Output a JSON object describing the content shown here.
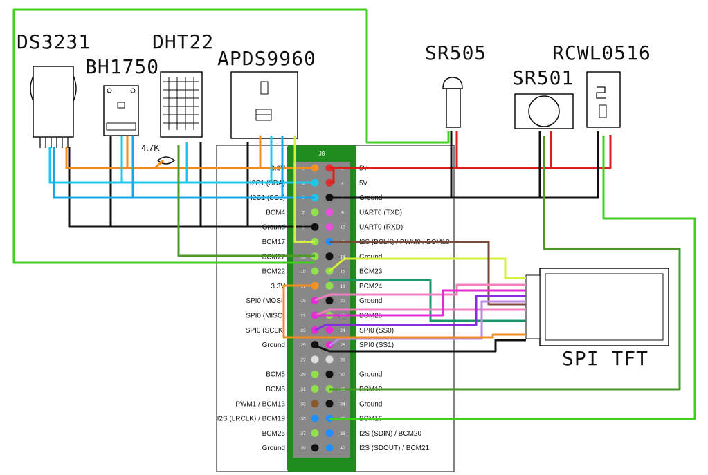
{
  "devices": {
    "ds3231": "DS3231",
    "bh1750": "BH1750",
    "dht22": "DHT22",
    "apds9960": "APDS9960",
    "sr505": "SR505",
    "sr501": "SR501",
    "rcwl0516": "RCWL0516",
    "spi_tft": "SPI TFT"
  },
  "resistor": "4.7K",
  "header": {
    "title": "J8",
    "left": [
      {
        "num": "1",
        "label": "3.3V",
        "color": "#f29322"
      },
      {
        "num": "3",
        "label": "I2C1 (SDA)",
        "color": "#1fc6e6"
      },
      {
        "num": "5",
        "label": "I2C1 (SCL)",
        "color": "#1fc6e6"
      },
      {
        "num": "7",
        "label": "BCM4",
        "color": "#8fe04a"
      },
      {
        "num": "9",
        "label": "Ground",
        "color": "#111111"
      },
      {
        "num": "11",
        "label": "BCM17",
        "color": "#8fe04a"
      },
      {
        "num": "13",
        "label": "BCM27",
        "color": "#8fe04a"
      },
      {
        "num": "15",
        "label": "BCM22",
        "color": "#8fe04a"
      },
      {
        "num": "17",
        "label": "3.3V",
        "color": "#f29322"
      },
      {
        "num": "19",
        "label": "SPI0 (MOSI)",
        "color": "#e52bd6"
      },
      {
        "num": "21",
        "label": "SPI0 (MISO)",
        "color": "#e52bd6"
      },
      {
        "num": "23",
        "label": "SPI0 (SCLK)",
        "color": "#e52bd6"
      },
      {
        "num": "25",
        "label": "Ground",
        "color": "#111111"
      },
      {
        "num": "27",
        "label": "",
        "color": "#dddddd"
      },
      {
        "num": "29",
        "label": "BCM5",
        "color": "#8fe04a"
      },
      {
        "num": "31",
        "label": "BCM6",
        "color": "#8fe04a"
      },
      {
        "num": "33",
        "label": "PWM1 / BCM13",
        "color": "#8b5a2b"
      },
      {
        "num": "35",
        "label": "I2S (LRCLK) / BCM19",
        "color": "#1e90ff"
      },
      {
        "num": "37",
        "label": "BCM26",
        "color": "#8fe04a"
      },
      {
        "num": "39",
        "label": "Ground",
        "color": "#111111"
      }
    ],
    "right": [
      {
        "num": "2",
        "label": "5V",
        "color": "#e52b2b"
      },
      {
        "num": "4",
        "label": "5V",
        "color": "#e52b2b"
      },
      {
        "num": "6",
        "label": "Ground",
        "color": "#111111"
      },
      {
        "num": "8",
        "label": "UART0 (TXD)",
        "color": "#e84ee0"
      },
      {
        "num": "10",
        "label": "UART0 (RXD)",
        "color": "#e84ee0"
      },
      {
        "num": "12",
        "label": "I2S (BCLK) / PWM0 / BCM18",
        "color": "#1e90ff"
      },
      {
        "num": "14",
        "label": "Ground",
        "color": "#111111"
      },
      {
        "num": "16",
        "label": "BCM23",
        "color": "#8fe04a"
      },
      {
        "num": "18",
        "label": "BCM24",
        "color": "#8fe04a"
      },
      {
        "num": "20",
        "label": "Ground",
        "color": "#111111"
      },
      {
        "num": "22",
        "label": "BCM25",
        "color": "#8fe04a"
      },
      {
        "num": "24",
        "label": "SPI0 (SS0)",
        "color": "#e52bd6"
      },
      {
        "num": "26",
        "label": "SPI0 (SS1)",
        "color": "#e52bd6"
      },
      {
        "num": "28",
        "label": "",
        "color": "#dddddd"
      },
      {
        "num": "30",
        "label": "Ground",
        "color": "#111111"
      },
      {
        "num": "32",
        "label": "BCM12",
        "color": "#8fe04a"
      },
      {
        "num": "34",
        "label": "Ground",
        "color": "#111111"
      },
      {
        "num": "36",
        "label": "BCM16",
        "color": "#1e90ff"
      },
      {
        "num": "38",
        "label": "I2S (SDIN) / BCM20",
        "color": "#1e90ff"
      },
      {
        "num": "40",
        "label": "I2S (SDOUT) / BCM21",
        "color": "#1e90ff"
      }
    ]
  },
  "wire_colors": {
    "power_5v": "#e01b1b",
    "power_3v3": "#f28c1c",
    "ground": "#111111",
    "sda": "#19c8ea",
    "scl": "#1aa6ea",
    "green": "#3fcf1f",
    "dark_green": "#4c9a2a",
    "lime": "#d6ef3a",
    "pink": "#f080c0",
    "magenta": "#e52bd6",
    "purple": "#8a2be2",
    "teal": "#1a9a6a",
    "brown": "#7a4a3a",
    "lavender": "#b98ae6"
  }
}
